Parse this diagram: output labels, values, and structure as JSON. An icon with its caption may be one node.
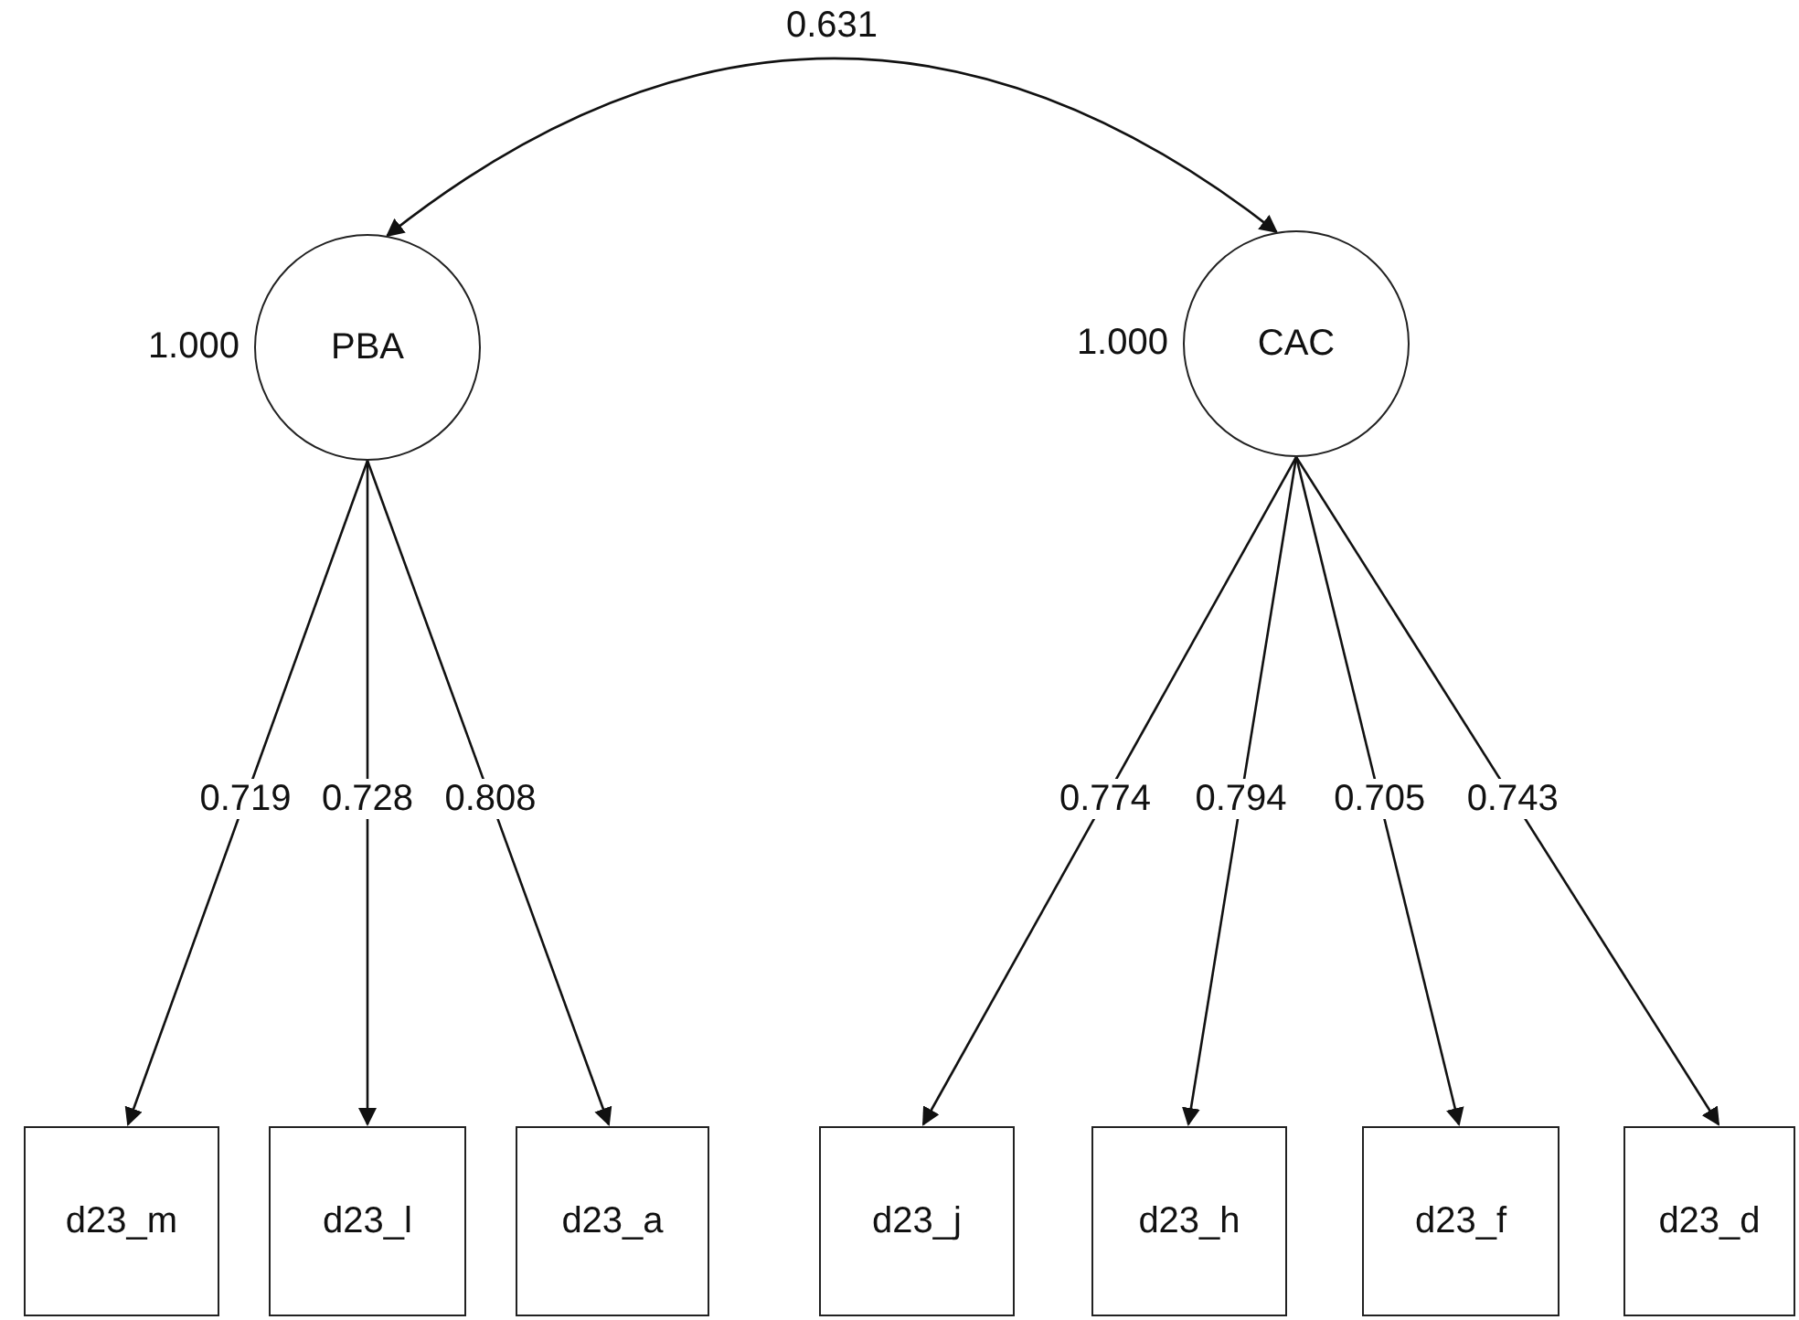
{
  "diagram": {
    "nodes": [
      {
        "text": [
          "PBA"
        ],
        "beside": [
          "1.000"
        ]
      },
      {
        "text": [
          "CAC"
        ],
        "beside": [
          "1.000"
        ]
      },
      {
        "text": [
          "d23_m"
        ]
      },
      {
        "text": [
          "d23_l"
        ]
      },
      {
        "text": [
          "d23_a"
        ]
      },
      {
        "text": [
          "d23_j"
        ]
      },
      {
        "text": [
          "d23_h"
        ]
      },
      {
        "text": [
          "d23_f"
        ]
      },
      {
        "text": [
          "d23_d"
        ]
      }
    ],
    "edges": [
      {
        "from": 0,
        "to": 1,
        "arrow": "both",
        "label": "0.631"
      },
      {
        "from": 0,
        "to": 2,
        "arrow": "to",
        "label": "0.719"
      },
      {
        "from": 0,
        "to": 3,
        "arrow": "to",
        "label": "0.728"
      },
      {
        "from": 0,
        "to": 4,
        "arrow": "to",
        "label": "0.808"
      },
      {
        "from": 1,
        "to": 5,
        "arrow": "to",
        "label": "0.774"
      },
      {
        "from": 1,
        "to": 6,
        "arrow": "to",
        "label": "0.794"
      },
      {
        "from": 1,
        "to": 7,
        "arrow": "to",
        "label": "0.705"
      },
      {
        "from": 1,
        "to": 8,
        "arrow": "to",
        "label": "0.743"
      }
    ]
  }
}
